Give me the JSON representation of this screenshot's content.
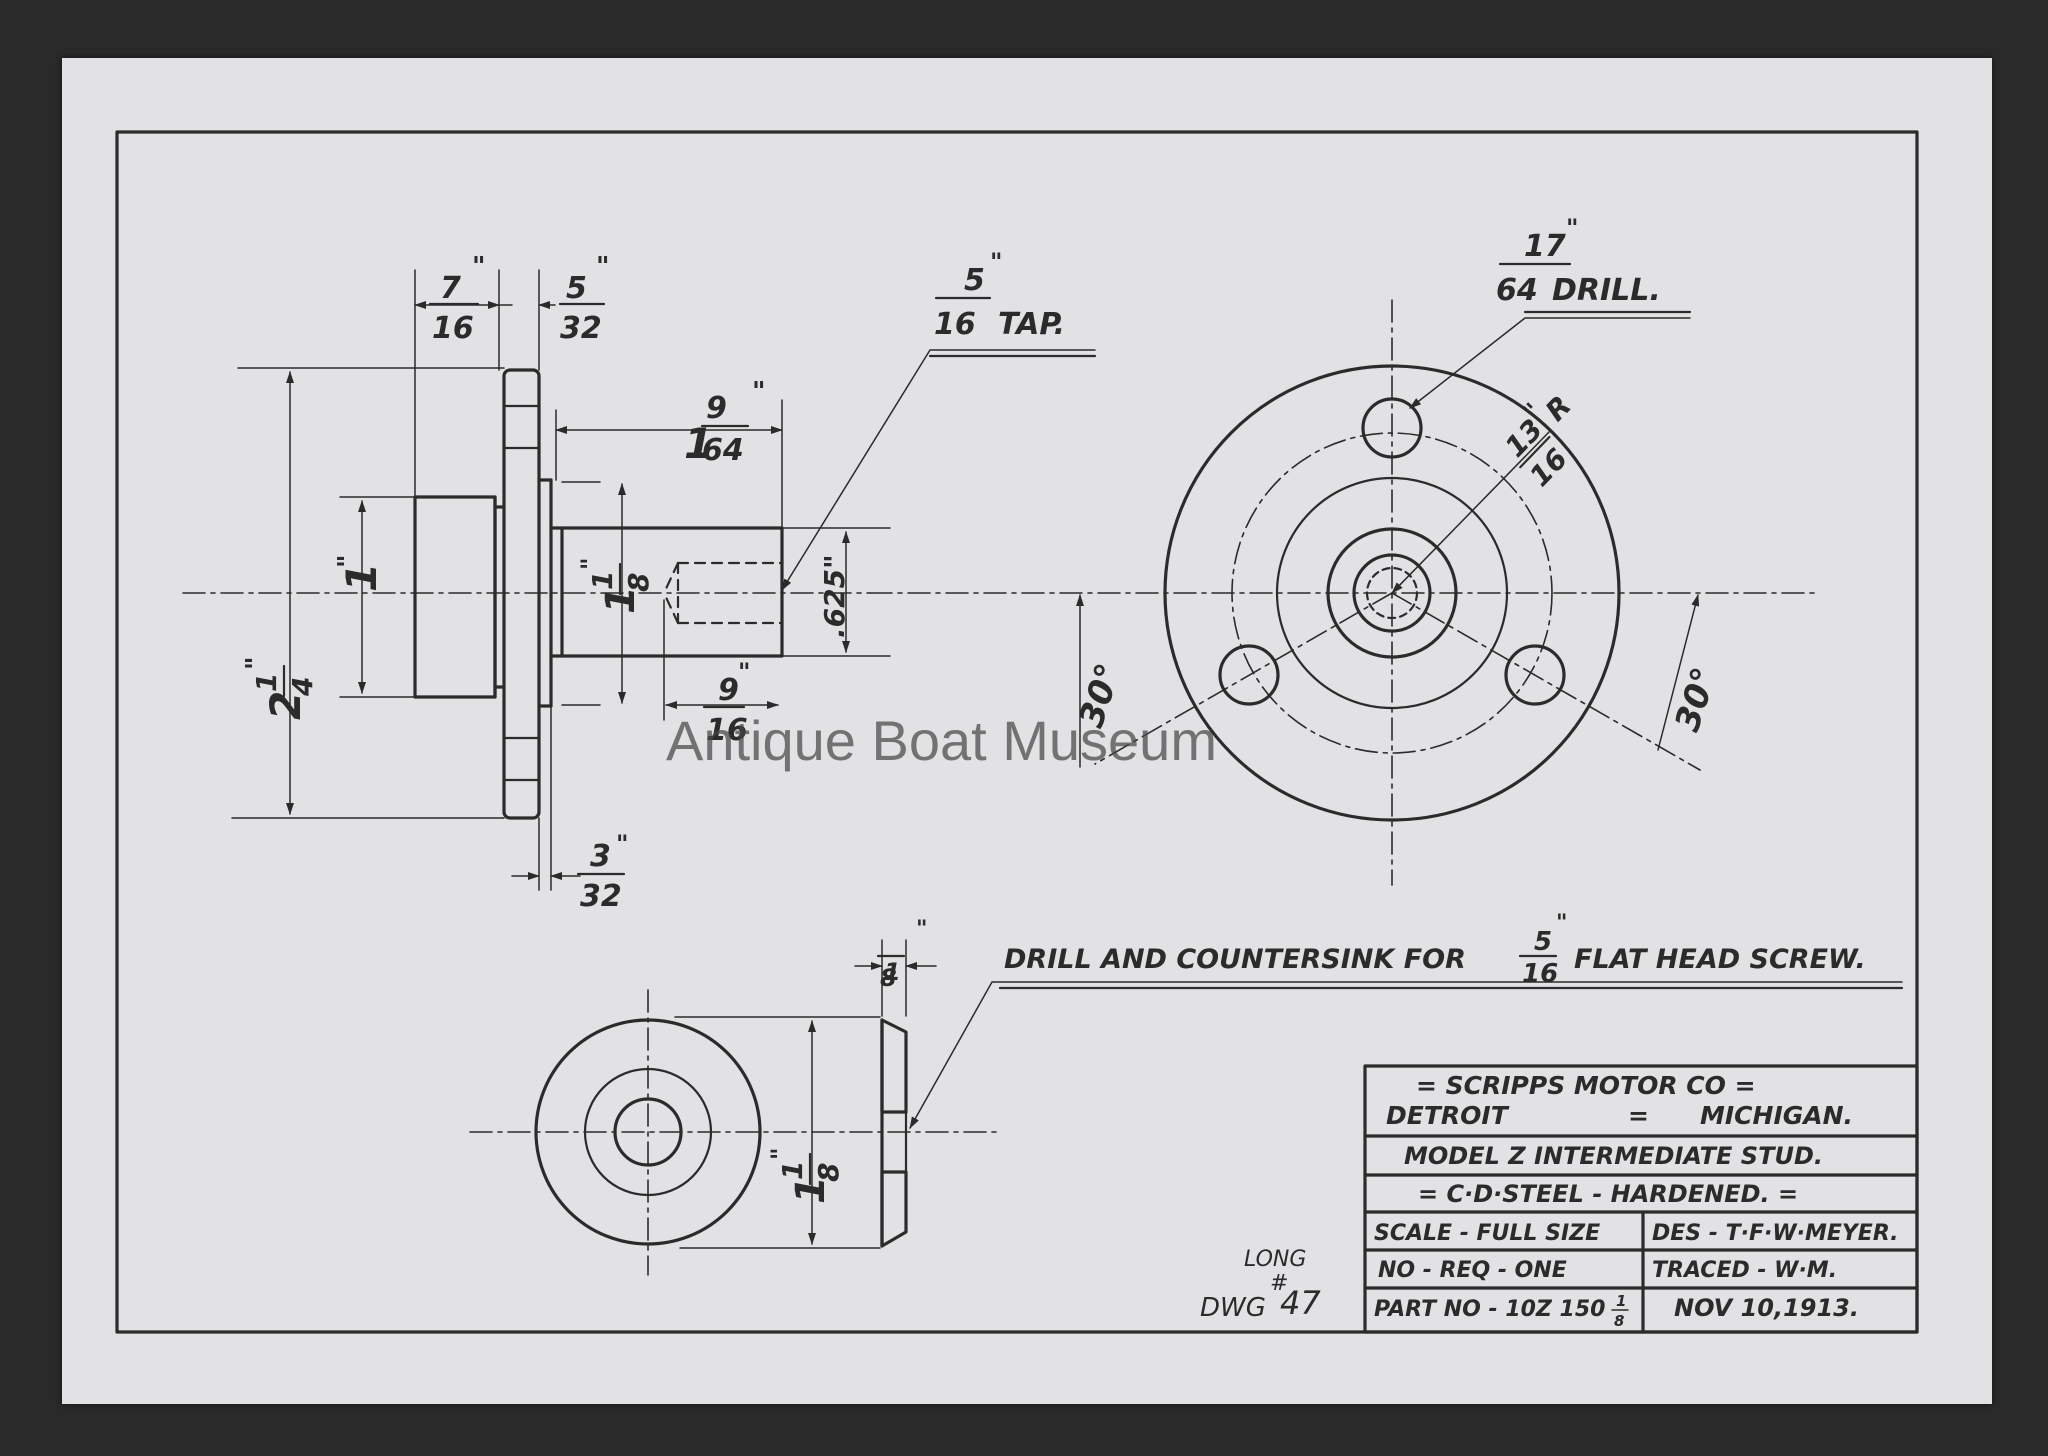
{
  "watermark": "Antique Boat Museum",
  "dimensions": {
    "flange_width": {
      "num": "7",
      "den": "16",
      "unit": "\""
    },
    "flange_thickness": {
      "num": "5",
      "den": "32",
      "unit": "\""
    },
    "shank_length": {
      "whole": "1",
      "num": "9",
      "den": "64",
      "unit": "\""
    },
    "flange_diameter": {
      "whole": "2",
      "num": "1",
      "den": "4",
      "unit": "\""
    },
    "hub_diameter": {
      "whole": "1",
      "unit": "\""
    },
    "shank_diameter": {
      "whole": "1",
      "num": "1",
      "den": "8",
      "unit": "\""
    },
    "pilot_diameter": ".625\"",
    "tap_depth": {
      "num": "9",
      "den": "16",
      "unit": "\""
    },
    "recess_width": {
      "num": "3",
      "den": "32",
      "unit": "\""
    },
    "tap_note": {
      "num": "5",
      "den": "16",
      "unit": "\"",
      "label": "TAP."
    },
    "drill_note": {
      "num": "17",
      "den": "64",
      "unit": "\"",
      "label": "DRILL."
    },
    "bolt_circle_radius": {
      "num": "13",
      "den": "16",
      "unit": "\"",
      "suffix": "R"
    },
    "angle_left": "30°",
    "angle_right": "30°",
    "washer_thickness": {
      "num": "1",
      "den": "8",
      "unit": "\""
    },
    "washer_diameter": {
      "whole": "1",
      "num": "1",
      "den": "8",
      "unit": "\""
    }
  },
  "countersink_note": {
    "prefix": "DRILL AND COUNTERSINK FOR",
    "num": "5",
    "den": "16",
    "unit": "\"",
    "suffix": "FLAT HEAD SCREW."
  },
  "title_block": {
    "company": "= SCRIPPS MOTOR CO =",
    "city": "DETROIT",
    "sep": "=",
    "state": "MICHIGAN.",
    "part_name": "MODEL Z  INTERMEDIATE STUD.",
    "material": "= C·D·STEEL - HARDENED. =",
    "scale": "SCALE - FULL SIZE",
    "designer": "DES - T·F·W·MEYER.",
    "quantity": "NO - REQ - ONE",
    "tracer": "TRACED -  W·M.",
    "part_no": "PART NO - 10Z 150",
    "part_no_frac": {
      "num": "1",
      "den": "8"
    },
    "date": "NOV 10,1913."
  },
  "drawing_number": {
    "note": "LONG",
    "prefix": "DWG",
    "hash": "#",
    "number": "47"
  }
}
